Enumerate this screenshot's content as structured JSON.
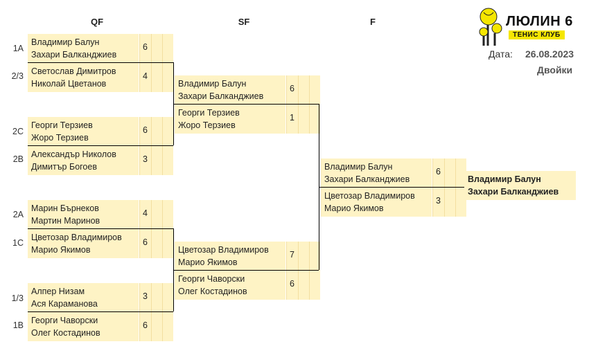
{
  "rounds": {
    "qf": "QF",
    "sf": "SF",
    "f": "F"
  },
  "logo": {
    "title": "ЛЮЛИН 6",
    "subtitle": "ТЕНИС КЛУБ"
  },
  "meta": {
    "date_label": "Дата:",
    "date": "26.08.2023",
    "type": "Двойки"
  },
  "qf": [
    {
      "seed": "1A",
      "p1": "Владимир Балун",
      "p2": "Захари Балканджиев",
      "score": "6"
    },
    {
      "seed": "2/3",
      "p1": "Светослав Димитров",
      "p2": "Николай Цветанов",
      "score": "4"
    },
    {
      "seed": "2C",
      "p1": "Георги Терзиев",
      "p2": "Жоро Терзиев",
      "score": "6"
    },
    {
      "seed": "2B",
      "p1": "Александър Николов",
      "p2": "Димитър Богоев",
      "score": "3"
    },
    {
      "seed": "2A",
      "p1": "Марин Бърнеков",
      "p2": "Мартин Маринов",
      "score": "4"
    },
    {
      "seed": "1C",
      "p1": "Цветозар Владимиров",
      "p2": "Марио Якимов",
      "score": "6"
    },
    {
      "seed": "1/3",
      "p1": "Алпер Низам",
      "p2": "Ася Караманова",
      "score": "3"
    },
    {
      "seed": "1B",
      "p1": "Георги Чаворски",
      "p2": "Олег Костадинов",
      "score": "6"
    }
  ],
  "sf": [
    {
      "p1": "Владимир Балун",
      "p2": "Захари Балканджиев",
      "score": "6"
    },
    {
      "p1": "Георги Терзиев",
      "p2": "Жоро Терзиев",
      "score": "1"
    },
    {
      "p1": "Цветозар Владимиров",
      "p2": "Марио Якимов",
      "score": "7"
    },
    {
      "p1": "Георги Чаворски",
      "p2": "Олег Костадинов",
      "score": "6"
    }
  ],
  "final": [
    {
      "p1": "Владимир Балун",
      "p2": "Захари Балканджиев",
      "score": "6"
    },
    {
      "p1": "Цветозар Владимиров",
      "p2": "Марио Якимов",
      "score": "3"
    }
  ],
  "winner": {
    "p1": "Владимир Балун",
    "p2": "Захари Балканджиев"
  }
}
